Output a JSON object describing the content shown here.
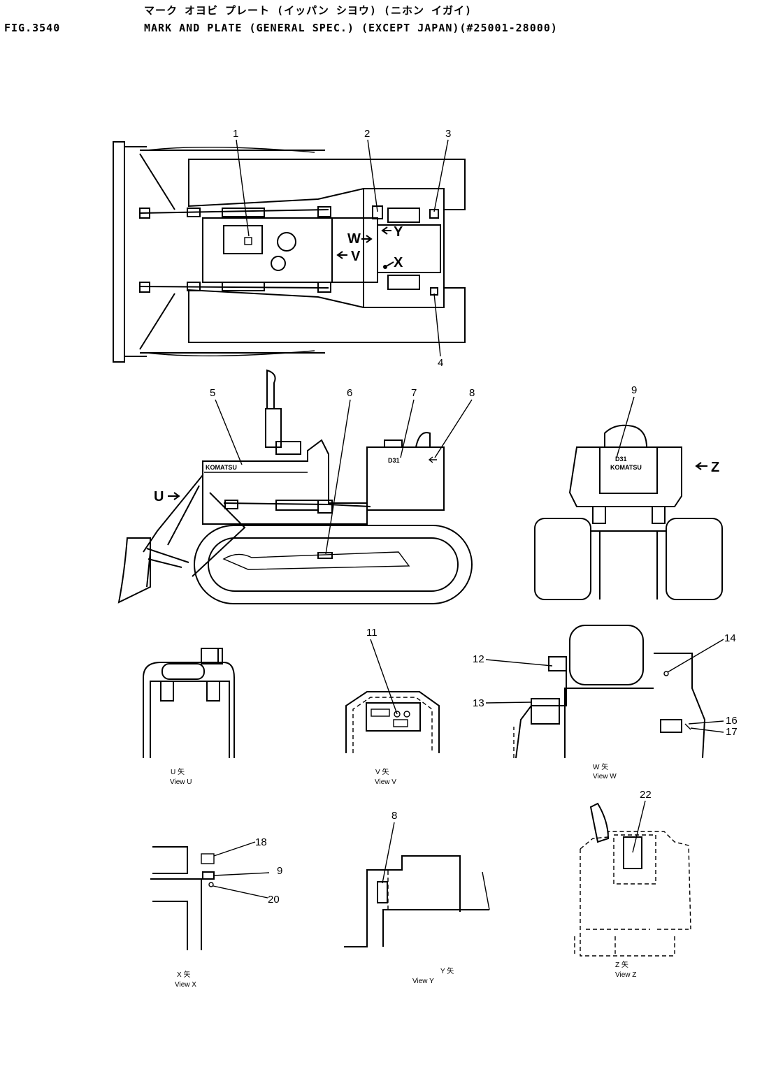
{
  "header": {
    "jp_title": "マーク オヨビ プレート (イッパン シヨウ) (ニホン イガイ)",
    "fig_label": "FIG.3540",
    "title": "MARK AND PLATE (GENERAL SPEC.) (EXCEPT JAPAN)(#25001-28000)"
  },
  "top_view": {
    "callouts": [
      "1",
      "2",
      "3",
      "4"
    ],
    "arrows": {
      "w": "W",
      "v": "V",
      "y": "Y",
      "x": "X"
    }
  },
  "side_view": {
    "callouts": [
      "5",
      "6",
      "7",
      "8"
    ],
    "brand_text": "KOMATSU",
    "model_text": "D31",
    "arrow_u": "U"
  },
  "rear_view": {
    "callouts": [
      "9"
    ],
    "model_text": "D31",
    "brand_text": "KOMATSU",
    "arrow_z": "Z"
  },
  "view_u": {
    "caption": "View U",
    "caption_jp": "U 矢",
    "callouts": []
  },
  "view_v": {
    "caption": "View V",
    "caption_jp": "V 矢",
    "callouts": [
      "11"
    ]
  },
  "view_w": {
    "caption": "View W",
    "caption_jp": "W 矢",
    "callouts": [
      "12",
      "13",
      "14",
      "16",
      "17"
    ]
  },
  "view_x": {
    "caption": "View X",
    "caption_jp": "X 矢",
    "callouts": [
      "18",
      "9",
      "20"
    ]
  },
  "view_y": {
    "caption": "View Y",
    "caption_jp": "Y 矢",
    "callouts": [
      "8"
    ]
  },
  "view_z": {
    "caption": "View Z",
    "caption_jp": "Z 矢",
    "callouts": [
      "22"
    ]
  }
}
